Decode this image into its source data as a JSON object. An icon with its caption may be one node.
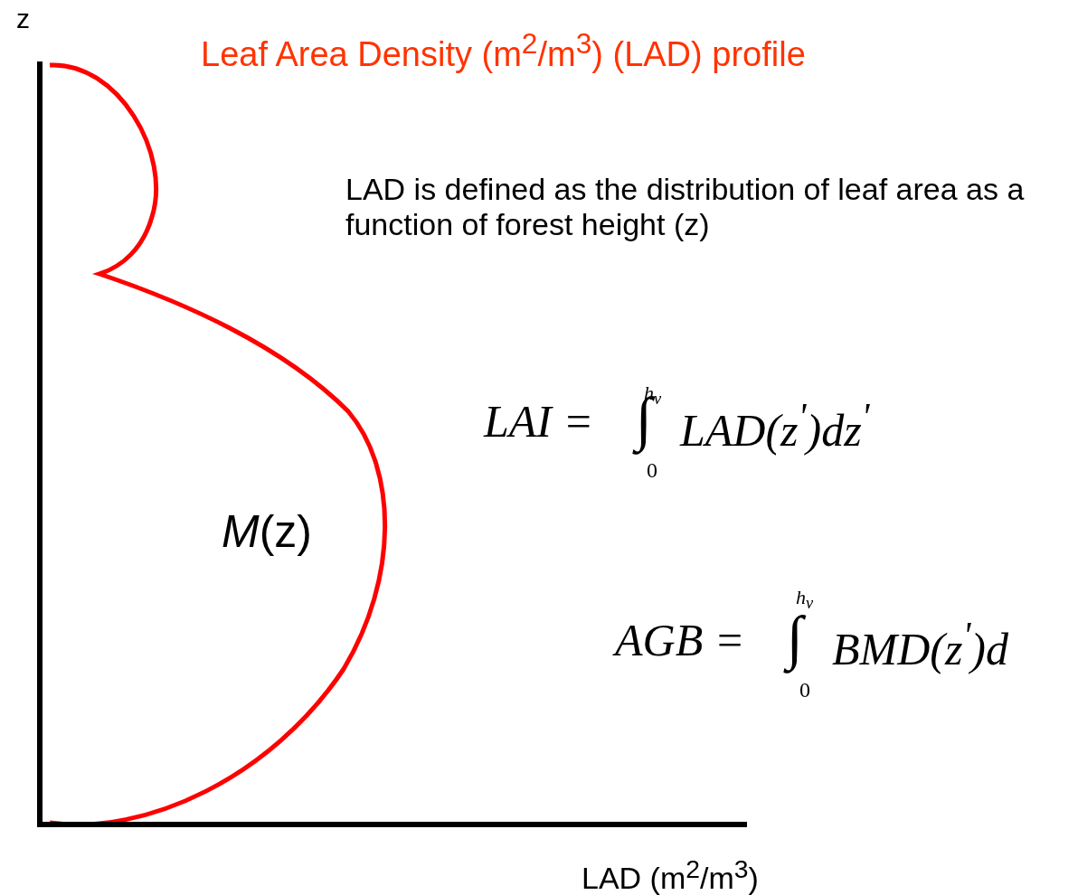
{
  "diagram": {
    "labels": [
      "z",
      "Leaf Area Density (m$^{2}$/m$^{3}$) (LAD) profile",
      "LAD is defined as the distribution of leaf area as a function of forest height (z)",
      "h$_{v}$",
      "LAI =",
      "∫",
      "LAD(z$^{'}$)dz$^{'}$",
      "0",
      "*M*(z)",
      "h$_{v}$",
      "AGB =",
      "∫",
      "BMD(z$^{'}$)d",
      "0",
      "LAD (m$^{2}$/m$^{3}$)"
    ]
  }
}
